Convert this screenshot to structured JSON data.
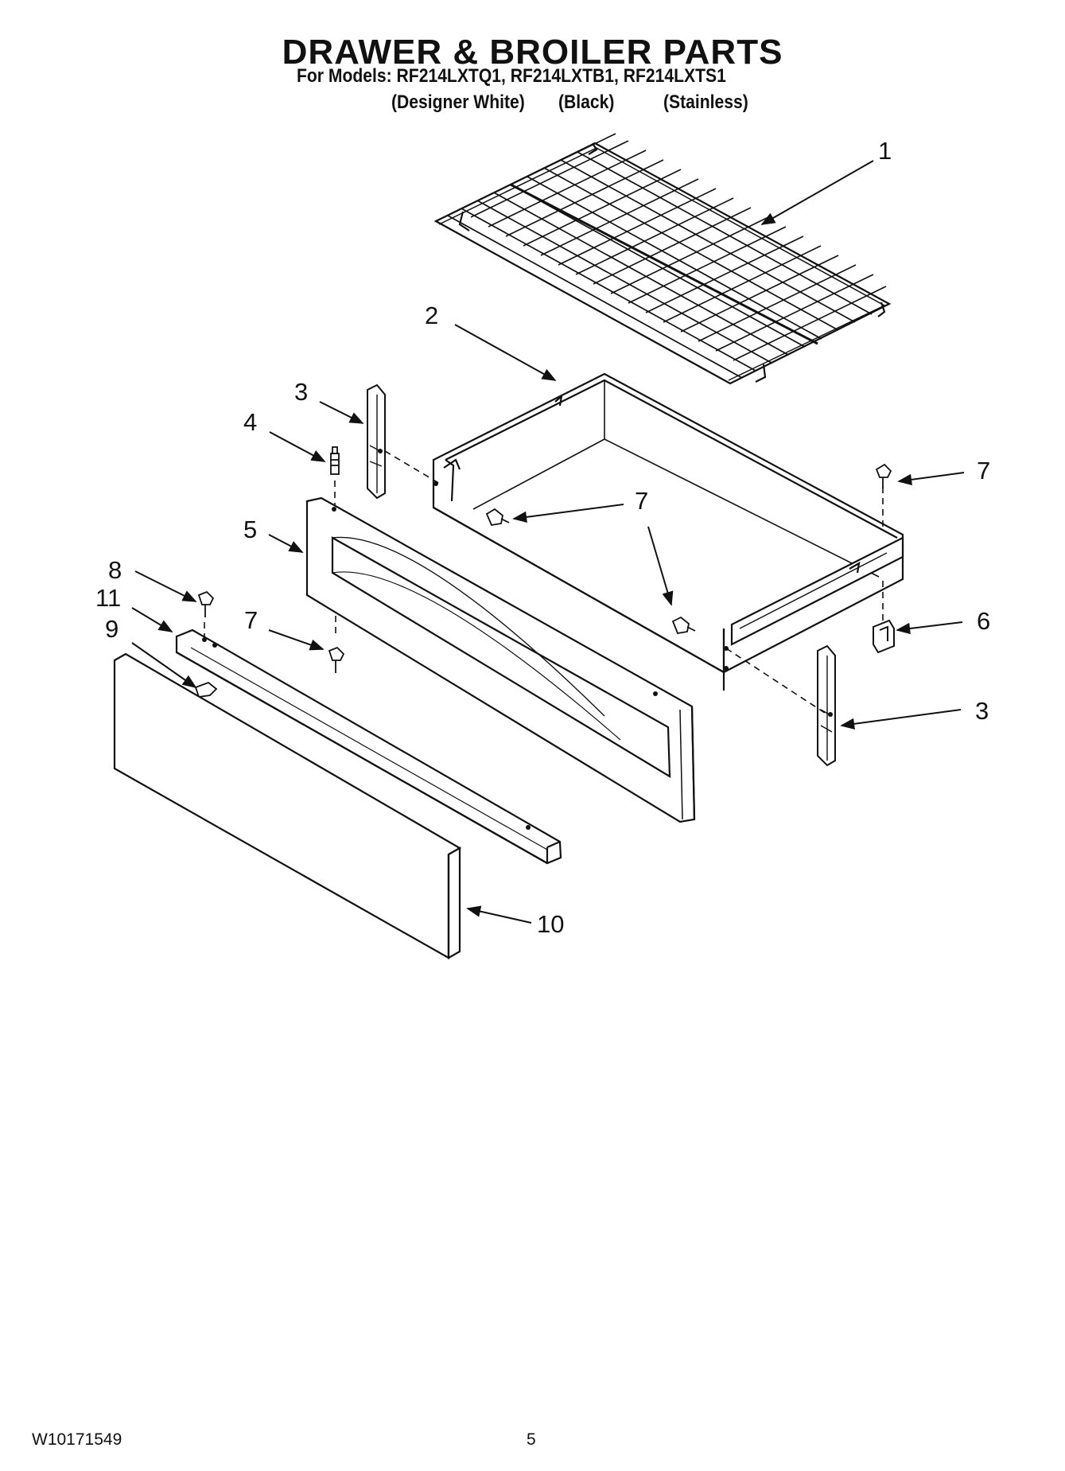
{
  "header": {
    "title": "DRAWER & BROILER PARTS",
    "models_line": "For Models: RF214LXTQ1, RF214LXTB1, RF214LXTS1",
    "finishes": [
      "(Designer White)",
      "(Black)",
      "(Stainless)"
    ]
  },
  "callouts": {
    "c1": "1",
    "c2": "2",
    "c3a": "3",
    "c3b": "3",
    "c4": "4",
    "c5": "5",
    "c6": "6",
    "c7a": "7",
    "c7b": "7",
    "c7c": "7",
    "c8": "8",
    "c9": "9",
    "c10": "10",
    "c11": "11"
  },
  "footer": {
    "doc_number": "W10171549",
    "page_number": "5"
  }
}
